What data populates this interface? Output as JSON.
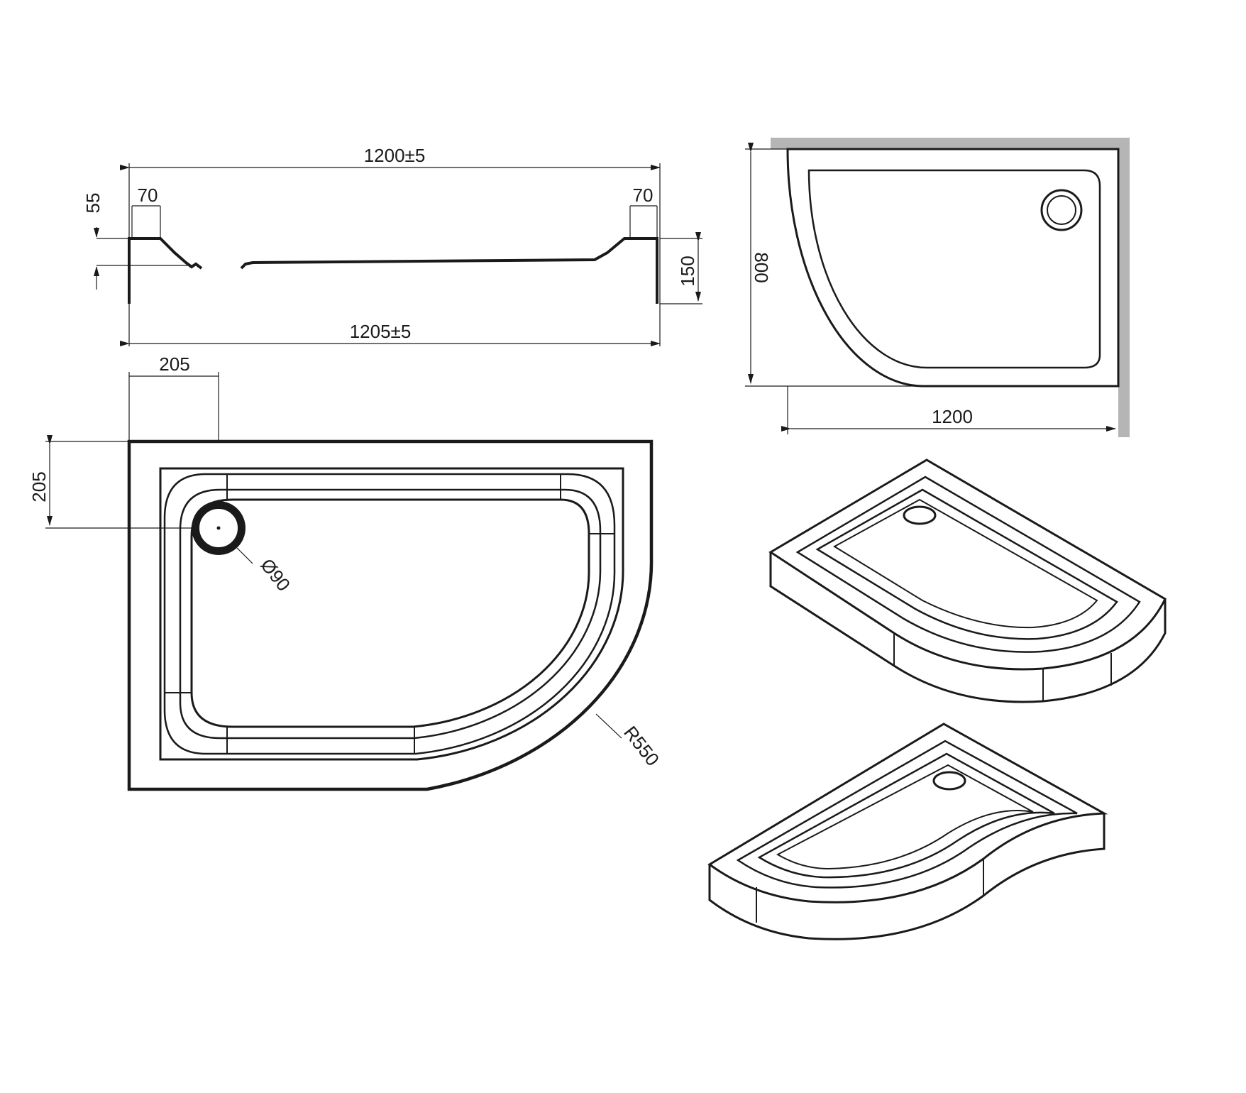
{
  "section_view": {
    "overall_top": "1200±5",
    "overall_bottom": "1205±5",
    "rim_width_left": "70",
    "rim_width_right": "70",
    "rim_height": "55",
    "total_height": "150"
  },
  "plan_view": {
    "drain_offset_x": "205",
    "drain_offset_y": "205",
    "drain_diameter": "Ø90",
    "corner_radius": "R550"
  },
  "install_view": {
    "length": "1200",
    "width": "800"
  },
  "colors": {
    "line": "#1a1a1a",
    "wall": "#b5b5b5",
    "background": "#ffffff"
  }
}
